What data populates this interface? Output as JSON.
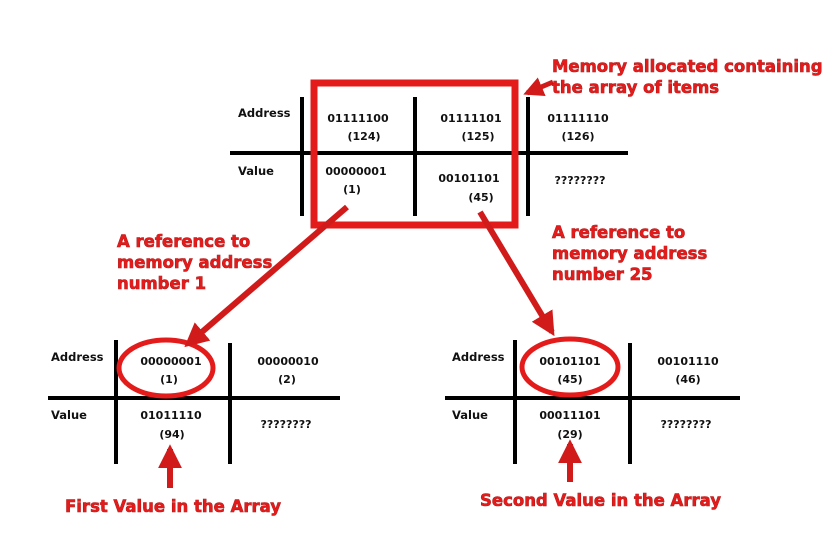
{
  "colors": {
    "accent": "#e41b1b",
    "grid": "#000000"
  },
  "top_table": {
    "address_label": "Address",
    "value_label": "Value",
    "cells": [
      {
        "address_bin": "01111100",
        "address_dec": "(124)",
        "value_bin": "00000001",
        "value_dec": "(1)"
      },
      {
        "address_bin": "01111101",
        "address_dec": "(125)",
        "value_bin": "00101101",
        "value_dec": "(45)"
      },
      {
        "address_bin": "01111110",
        "address_dec": "(126)",
        "value_bin": "????????",
        "value_dec": ""
      }
    ]
  },
  "left_table": {
    "address_label": "Address",
    "value_label": "Value",
    "cells": [
      {
        "address_bin": "00000001",
        "address_dec": "(1)",
        "value_bin": "01011110",
        "value_dec": "(94)"
      },
      {
        "address_bin": "00000010",
        "address_dec": "(2)",
        "value_bin": "????????",
        "value_dec": ""
      }
    ]
  },
  "right_table": {
    "address_label": "Address",
    "value_label": "Value",
    "cells": [
      {
        "address_bin": "00101101",
        "address_dec": "(45)",
        "value_bin": "00011101",
        "value_dec": "(29)"
      },
      {
        "address_bin": "00101110",
        "address_dec": "(46)",
        "value_bin": "????????",
        "value_dec": ""
      }
    ]
  },
  "callouts": {
    "memory_allocated": [
      "Memory allocated containing",
      "the array of items"
    ],
    "reference_1": [
      "A reference to",
      "memory address",
      "number 1"
    ],
    "reference_25": [
      "A reference to",
      "memory address",
      "number 25"
    ],
    "first_value": "First Value in the Array",
    "second_value": "Second Value in the Array"
  }
}
